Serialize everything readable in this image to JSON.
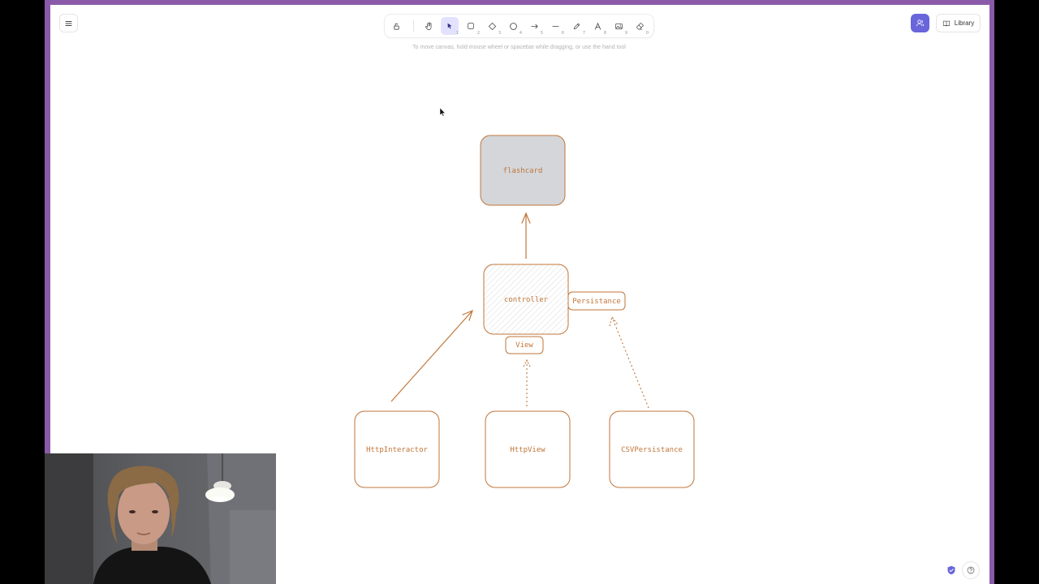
{
  "toolbar": {
    "tools": [
      {
        "name": "lock",
        "key": ""
      },
      {
        "name": "hand",
        "key": ""
      },
      {
        "name": "selection",
        "key": "1"
      },
      {
        "name": "rectangle",
        "key": "2"
      },
      {
        "name": "diamond",
        "key": "3"
      },
      {
        "name": "ellipse",
        "key": "4"
      },
      {
        "name": "arrow",
        "key": "5"
      },
      {
        "name": "line",
        "key": "6"
      },
      {
        "name": "draw",
        "key": "7"
      },
      {
        "name": "text",
        "key": "8"
      },
      {
        "name": "image",
        "key": "9"
      },
      {
        "name": "eraser",
        "key": "0"
      }
    ],
    "active_tool": "selection"
  },
  "hint": "To move canvas, hold mouse wheel or spacebar while dragging, or use the hand tool",
  "library_label": "Library",
  "colors": {
    "accent": "#6965db",
    "stroke": "#c0763a",
    "frame": "#8a5aa8",
    "flashcard_fill": "#d4d6da"
  },
  "diagram": {
    "flashcard": "flashcard",
    "controller": "controller",
    "persistance": "Persistance",
    "view": "View",
    "http_interactor": "HttpInteractor",
    "http_view": "HttpView",
    "csv_persistance": "CSVPersistance"
  }
}
